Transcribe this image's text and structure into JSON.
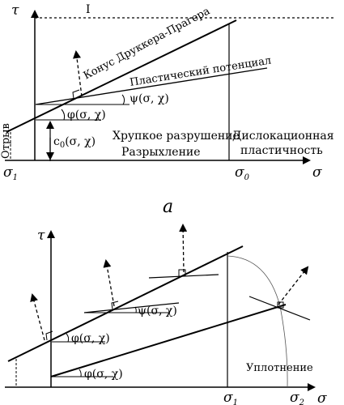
{
  "panel_a": {
    "axis_tau": "τ",
    "axis_sigma": "σ",
    "limit_label": "I",
    "drucker_prager": "Конус Друккера-Прагера",
    "plastic_potential": "Пластический потенциал",
    "psi_label": "ψ(σ, χ)",
    "phi_label": "φ(σ, χ)",
    "c0_label": "c",
    "c0_sub": "0",
    "c0_args": "(σ, χ)",
    "brittle_line1": "Хрупкое разрушение",
    "brittle_line2": "Разрыхление",
    "dislocation_line1": "Дислокационная",
    "dislocation_line2": "пластичность",
    "tearing": "Отрыв",
    "sigma1_main": "σ",
    "sigma1_sub": "1",
    "sigma0_main": "σ",
    "sigma0_sub": "0",
    "panel_letter": "a"
  },
  "panel_b": {
    "axis_tau": "τ",
    "axis_sigma": "σ",
    "psi_label": "ψ(σ, χ)",
    "phi_upper": "φ(σ, χ)",
    "phi_lower": "φ(σ, χ)",
    "compaction": "Уплотнение",
    "sigma1_main": "σ",
    "sigma1_sub": "1",
    "sigma2_main": "σ",
    "sigma2_sub": "2"
  }
}
